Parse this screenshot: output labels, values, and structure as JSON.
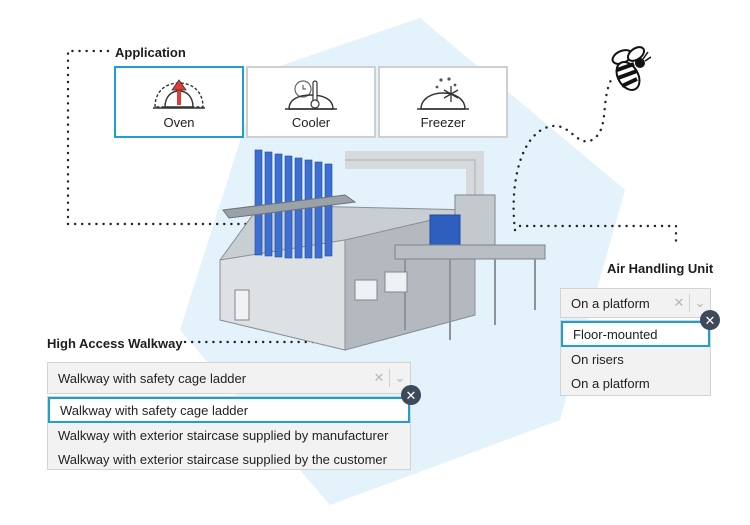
{
  "application": {
    "heading": "Application",
    "tiles": [
      {
        "label": "Oven",
        "icon": "oven-dial-icon",
        "selected": true
      },
      {
        "label": "Cooler",
        "icon": "thermometer-low-icon",
        "selected": false
      },
      {
        "label": "Freezer",
        "icon": "snowflake-dial-icon",
        "selected": false
      }
    ]
  },
  "walkway": {
    "heading": "High Access Walkway",
    "selected_value": "Walkway with safety cage ladder",
    "options": [
      "Walkway with safety cage ladder",
      "Walkway with exterior staircase supplied by manufacturer",
      "Walkway with exterior staircase supplied by the customer"
    ]
  },
  "air_handling": {
    "heading": "Air Handling Unit",
    "selected_value": "On a platform",
    "options": [
      "Floor-mounted",
      "On risers",
      "On a platform"
    ]
  },
  "colors": {
    "accent": "#1d9fd0",
    "background_shape": "#e3f2fb",
    "badge": "#3e4a5a"
  }
}
